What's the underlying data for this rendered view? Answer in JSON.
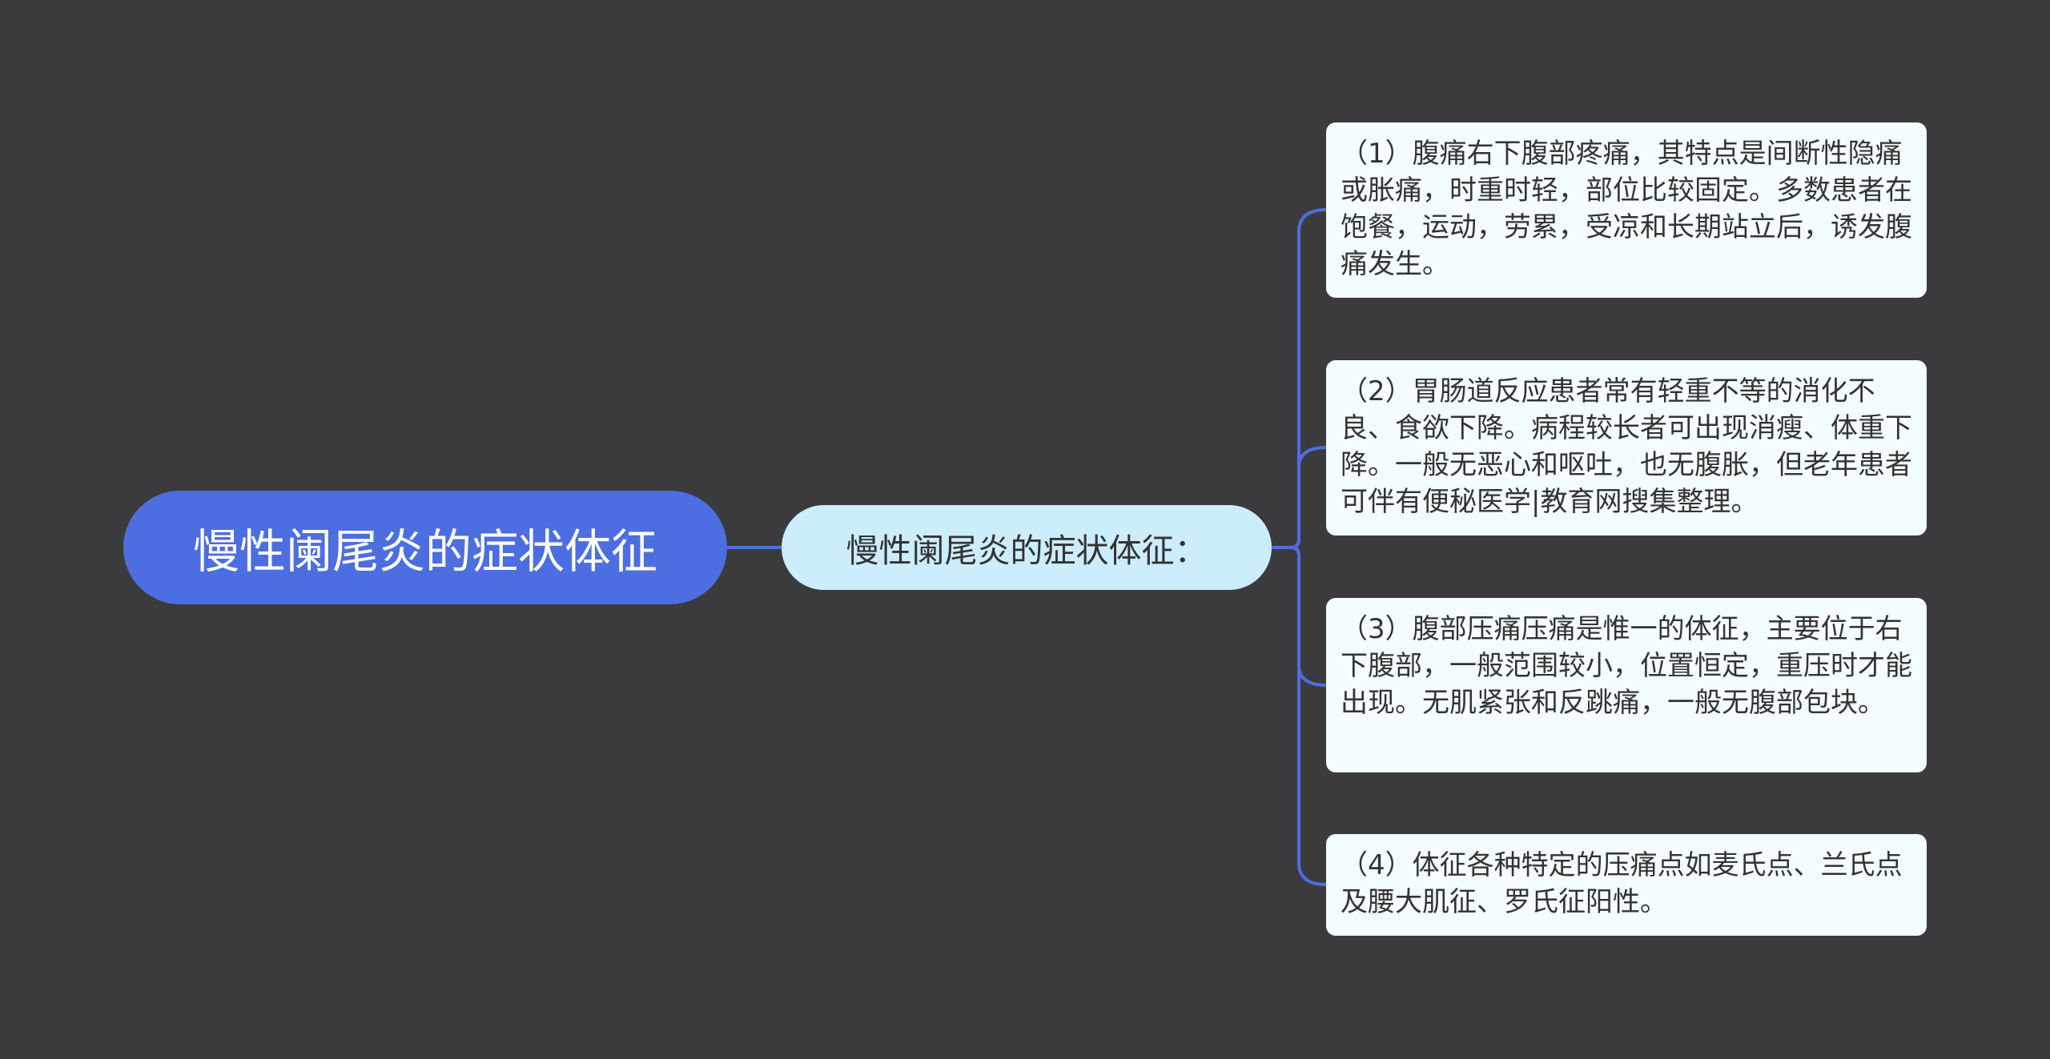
{
  "root": {
    "label": "慢性阑尾炎的症状体征"
  },
  "sub": {
    "label": "慢性阑尾炎的症状体征："
  },
  "leaves": [
    {
      "text": "（1）腹痛右下腹部疼痛，其特点是间断性隐痛或胀痛，时重时轻，部位比较固定。多数患者在饱餐，运动，劳累，受凉和长期站立后，诱发腹痛发生。"
    },
    {
      "text": "（2）胃肠道反应患者常有轻重不等的消化不良、食欲下降。病程较长者可出现消瘦、体重下降。一般无恶心和呕吐，也无腹胀，但老年患者可伴有便秘医学|教育网搜集整理。"
    },
    {
      "text": "（3）腹部压痛压痛是惟一的体征，主要位于右下腹部，一般范围较小，位置恒定，重压时才能出现。无肌紧张和反跳痛，一般无腹部包块。"
    },
    {
      "text": "（4）体征各种特定的压痛点如麦氏点、兰氏点及腰大肌征、罗氏征阳性。"
    }
  ],
  "colors": {
    "background": "#3b3b3d",
    "root_fill": "#4d6ee0",
    "sub_fill": "#ccedfb",
    "leaf_fill": "#f3fcff",
    "connector": "#4d6ee0"
  }
}
